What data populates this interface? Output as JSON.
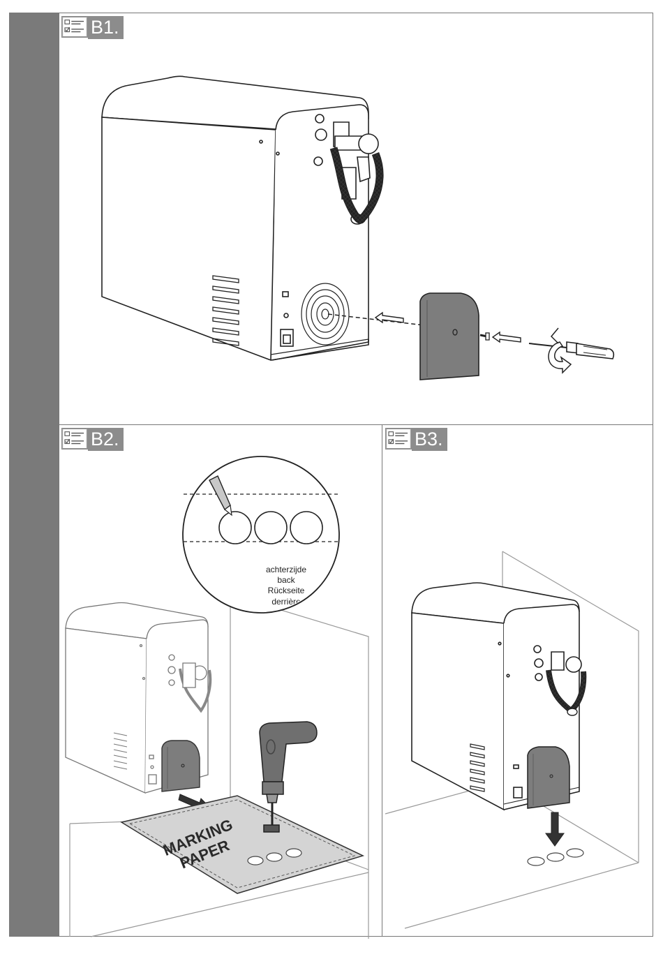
{
  "steps": [
    {
      "label": "B1."
    },
    {
      "label": "B2."
    },
    {
      "label": "B3."
    }
  ],
  "zoom_callout": {
    "lines": [
      "achterzijde",
      "back",
      "Rückseite",
      "derrière"
    ]
  },
  "marking_paper": {
    "line1": "MARKING",
    "line2": "PAPER"
  },
  "colors": {
    "sidebar": "#7a7a7a",
    "badge": "#8c8c8c",
    "cover": "#7d7d7d",
    "drill": "#6f6f6f",
    "paper": "#d4d4d4"
  }
}
